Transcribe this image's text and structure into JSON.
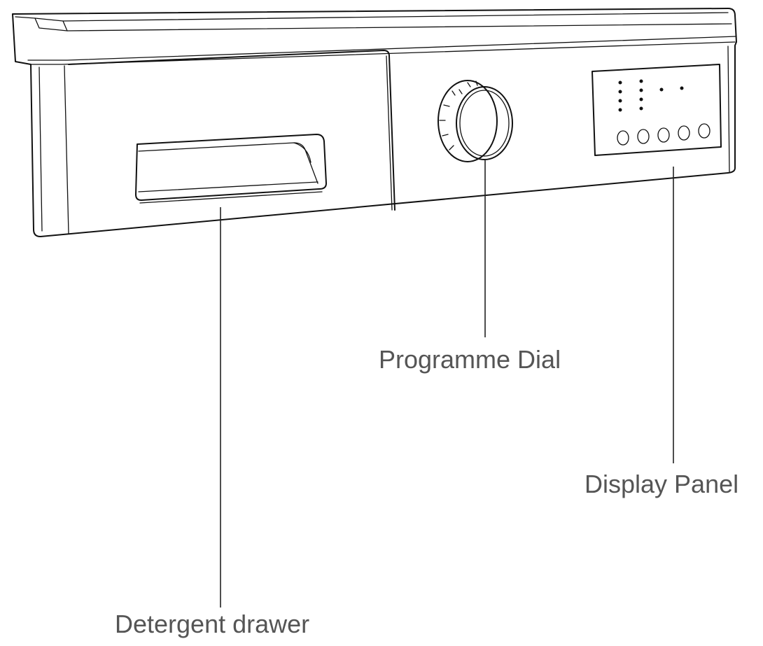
{
  "labels": {
    "programme_dial": "Programme Dial",
    "display_panel": "Display Panel",
    "detergent_drawer": "Detergent drawer"
  },
  "display_panel": {
    "button_count": 5
  },
  "colors": {
    "line": "#111111",
    "label_text": "#555555",
    "background": "#ffffff"
  }
}
